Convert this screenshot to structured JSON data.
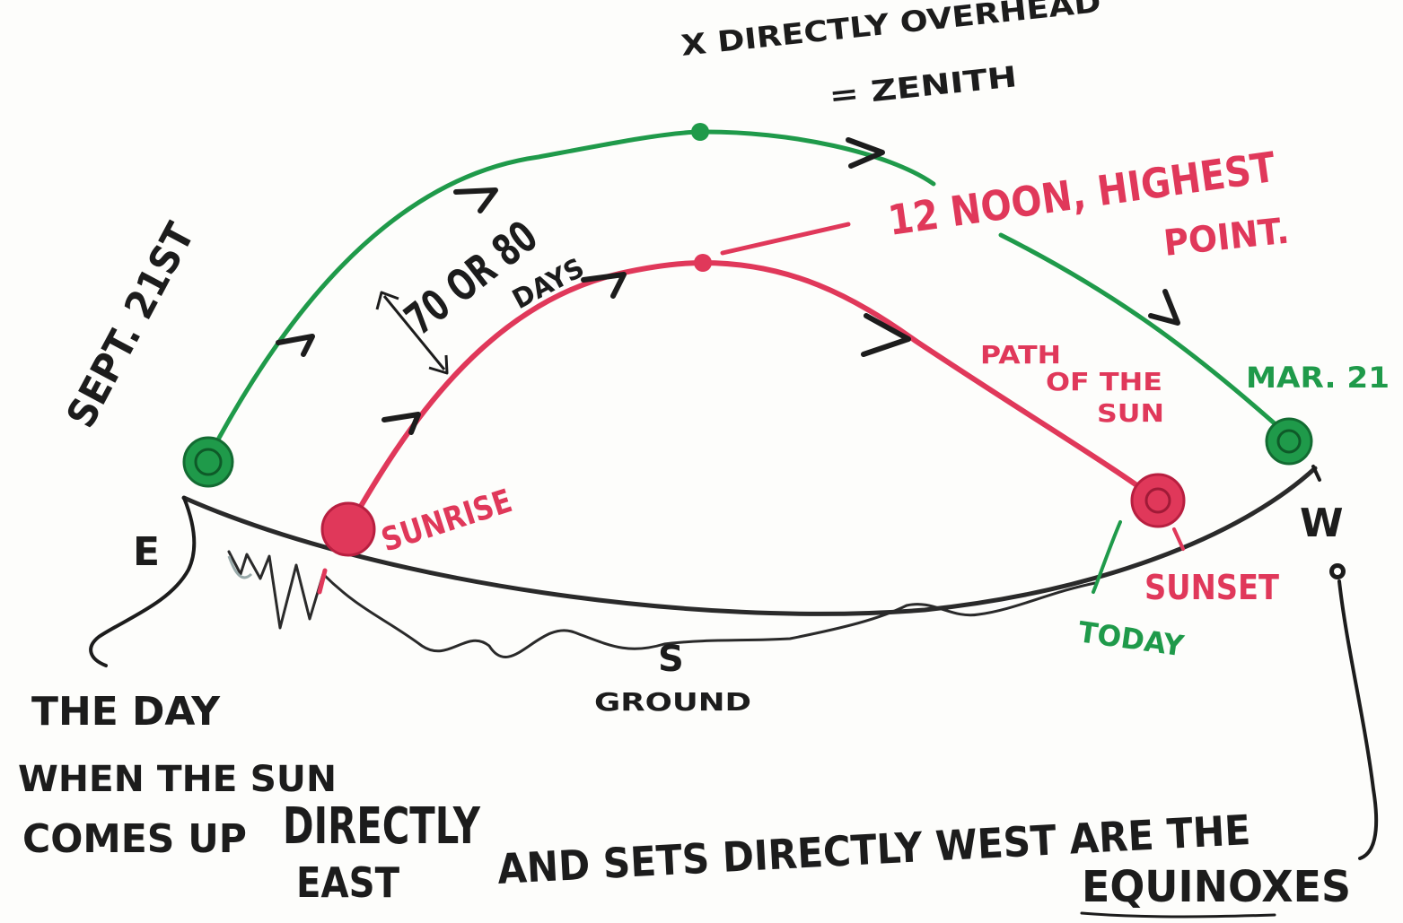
{
  "colors": {
    "ink": "#1c1c1c",
    "green": "#1f9a4a",
    "red": "#e0385a",
    "background": "#fdfdfb"
  },
  "labels": {
    "zenith_line1": "X DIRECTLY OVERHEAD",
    "zenith_line2": "= ZENITH",
    "noon_line1": "12 NOON, HIGHEST",
    "noon_line2": "POINT.",
    "sept": "SEPT. 21ST",
    "days_line1": "70 OR 80",
    "days_line2": "DAYS",
    "sunrise": "SUNRISE",
    "path_line1": "PATH",
    "path_line2": "OF THE",
    "path_line3": "SUN",
    "mar": "MAR. 21",
    "east": "E",
    "west": "W",
    "south": "S",
    "ground": "GROUND",
    "sunset": "SUNSET",
    "today": "TODAY",
    "note_line1": "THE DAY",
    "note_line2": "WHEN THE SUN",
    "note_line3": "COMES UP",
    "note_line3b": "DIRECTLY",
    "note_line4": "EAST",
    "note_line5": "AND SETS DIRECTLY WEST ARE THE",
    "note_line6": "EQUINOXES"
  }
}
